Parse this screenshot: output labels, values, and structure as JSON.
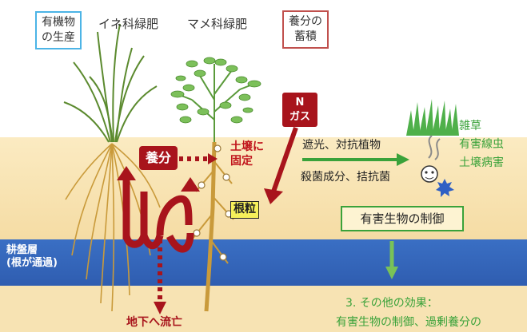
{
  "labels": {
    "organic_production": "有機物\nの生産",
    "rice_green_manure": "イネ科緑肥",
    "legume_green_manure": "マメ科緑肥",
    "nutrient_accumulation": "養分の\n蓄積",
    "n_gas": "N\nガス",
    "soil_fixation": "土壌に\n固定",
    "nutrients": "養分",
    "nodule": "根粒",
    "shading": "遮光、対抗植物",
    "antifungal": "殺菌成分、拮抗菌",
    "weeds": "雑草",
    "nematodes": "有害線虫",
    "soil_disease": "土壌病害",
    "pest_control": "有害生物の制御",
    "hardpan": "耕盤層\n(根が通過)",
    "leaching": "地下へ流亡",
    "other_effects_heading": "3. その他の効果：",
    "other_effects_text": "有害生物の制御、過剰養分の"
  },
  "colors": {
    "dark_red": "#a8141c",
    "green_text": "#3aa23a",
    "hardpan_blue": "#3064b8",
    "root_brown": "#c99a3a",
    "nodule_yellow": "#f6f05a"
  }
}
